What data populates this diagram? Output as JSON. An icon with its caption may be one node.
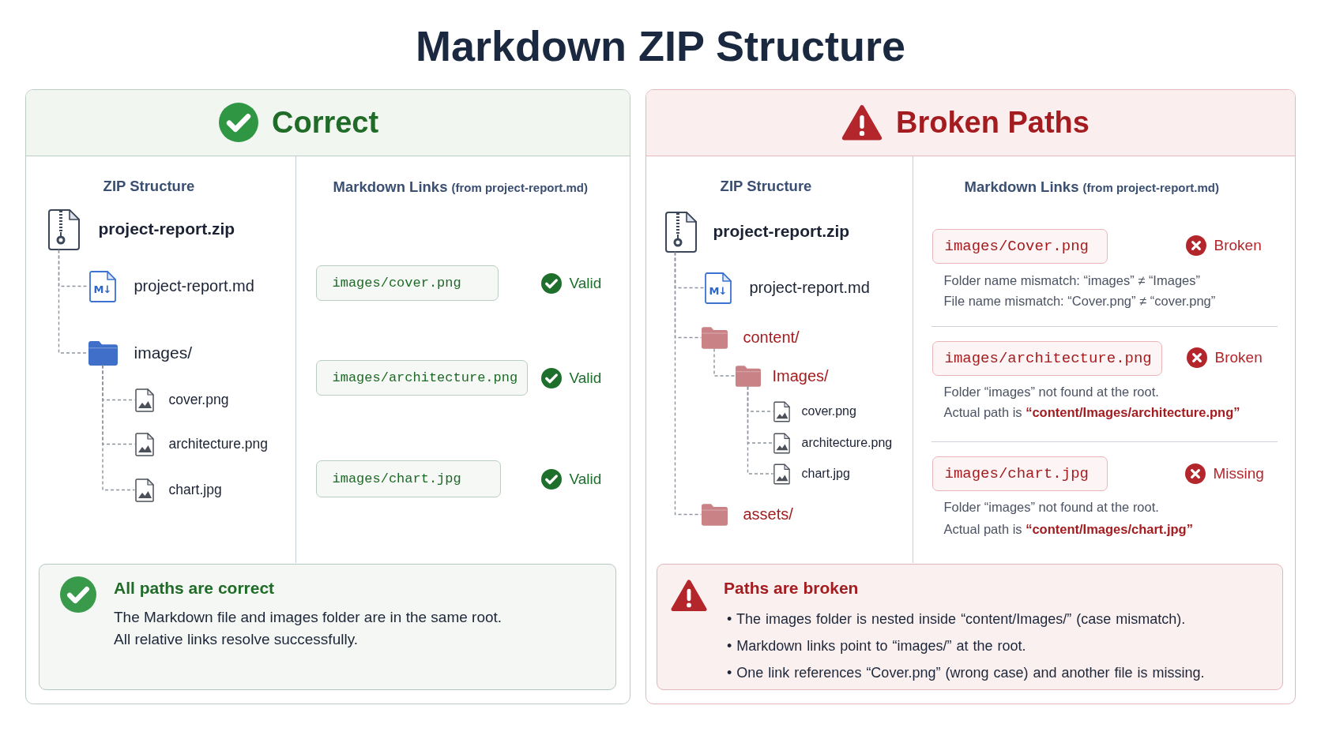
{
  "diagram": {
    "title": "Markdown ZIP Structure",
    "nodes": [
      {
        "text": [
          "Correct",
          "ZIP Structure",
          "Markdown Links",
          "(from project-report.md)"
        ]
      },
      {
        "text": [
          "project-report.zip"
        ],
        "in": 0
      },
      {
        "text": [
          "M↓",
          "project-report.md"
        ],
        "in": 0
      },
      {
        "text": [
          "images/"
        ],
        "in": 0
      },
      {
        "text": [
          "cover.png"
        ],
        "in": 0
      },
      {
        "text": [
          "architecture.png"
        ],
        "in": 0
      },
      {
        "text": [
          "chart.jpg"
        ],
        "in": 0
      },
      {
        "text": [
          "images/cover.png"
        ],
        "in": 0
      },
      {
        "text": [
          "images/architecture.png"
        ],
        "in": 0
      },
      {
        "text": [
          "images/chart.jpg"
        ],
        "in": 0
      },
      {
        "text": [
          "All paths are correct",
          "The Markdown file and images folder are in the same root.",
          "All relative links resolve successfully."
        ],
        "in": 0
      },
      {
        "text": [
          "Broken Paths",
          "ZIP Structure",
          "Markdown Links",
          "(from project-report.md)"
        ]
      },
      {
        "text": [
          "project-report.zip"
        ],
        "in": 11
      },
      {
        "text": [
          "M↓",
          "project-report.md"
        ],
        "in": 11
      },
      {
        "text": [
          "content/"
        ],
        "in": 11
      },
      {
        "text": [
          "Images/"
        ],
        "in": 11
      },
      {
        "text": [
          "cover.png"
        ],
        "in": 11
      },
      {
        "text": [
          "architecture.png"
        ],
        "in": 11
      },
      {
        "text": [
          "chart.jpg"
        ],
        "in": 11
      },
      {
        "text": [
          "assets/"
        ],
        "in": 11
      },
      {
        "text": [
          "images/Cover.png"
        ],
        "beside": [
          "Broken",
          "Folder name mismatch: “images” ≠ “Images”",
          "File name mismatch: “Cover.png” ≠ “cover.png”"
        ],
        "in": 11
      },
      {
        "text": [
          "images/architecture.png"
        ],
        "beside": [
          "Broken",
          "Folder “images” not found at the root.",
          "Actual path is **“content/Images/architecture.png”**"
        ],
        "in": 11
      },
      {
        "text": [
          "images/chart.jpg"
        ],
        "beside": [
          "Missing",
          "Folder “images” not found at the root.",
          "Actual path is **“content/Images/chart.jpg”**"
        ],
        "in": 11
      },
      {
        "text": [
          "Paths are broken",
          "• The images folder is nested inside “content/Images/” (case mismatch).",
          "• Markdown links point to “images/” at the root.",
          "• One link references “Cover.png” (wrong case) and another file is missing."
        ],
        "in": 11
      }
    ],
    "edges": [
      {
        "from": 1,
        "to": 2,
        "arrow": "none",
        "style": "dashed"
      },
      {
        "from": 1,
        "to": 3,
        "arrow": "none",
        "style": "dashed"
      },
      {
        "from": 3,
        "to": 4,
        "arrow": "none",
        "style": "dashed"
      },
      {
        "from": 3,
        "to": 5,
        "arrow": "none",
        "style": "dashed"
      },
      {
        "from": 3,
        "to": 6,
        "arrow": "none",
        "style": "dashed"
      },
      {
        "from": 12,
        "to": 13,
        "arrow": "none",
        "style": "dashed"
      },
      {
        "from": 12,
        "to": 14,
        "arrow": "none",
        "style": "dashed"
      },
      {
        "from": 12,
        "to": 19,
        "arrow": "none",
        "style": "dashed"
      },
      {
        "from": 14,
        "to": 15,
        "arrow": "none",
        "style": "dashed"
      },
      {
        "from": 15,
        "to": 16,
        "arrow": "none",
        "style": "dashed"
      },
      {
        "from": 15,
        "to": 17,
        "arrow": "none",
        "style": "dashed"
      },
      {
        "from": 15,
        "to": 18,
        "arrow": "none",
        "style": "dashed"
      }
    ],
    "labels": [
      "Valid",
      "Valid",
      "Valid"
    ]
  }
}
